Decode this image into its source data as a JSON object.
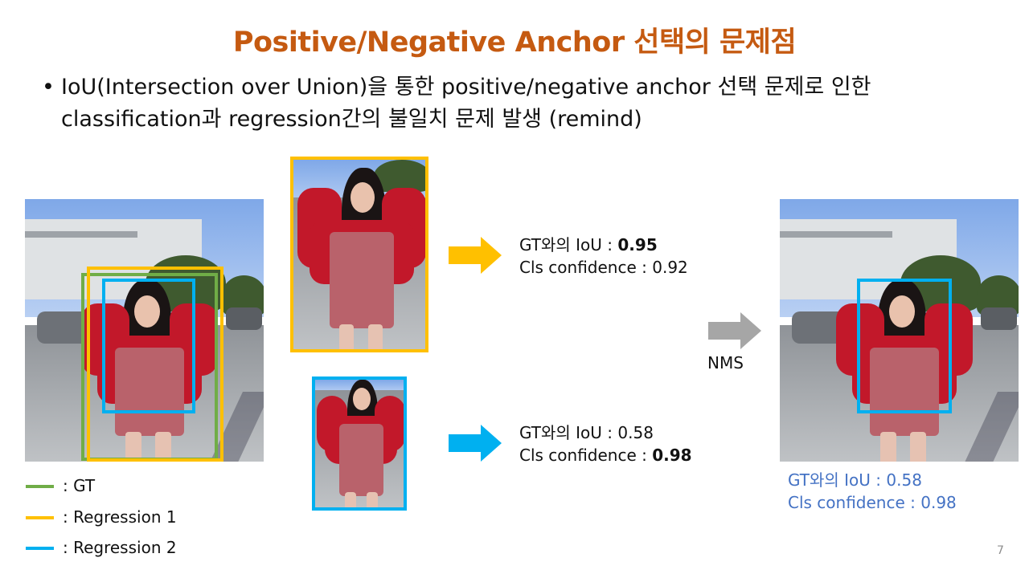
{
  "slide": {
    "title": "Positive/Negative Anchor 선택의 문제점",
    "bullet_marker": "•",
    "bullet_lines": [
      "IoU(Intersection over Union)을 통한 positive/negative anchor 선택 문제로 인한",
      "classification과 regression간의 불일치 문제 발생 (remind)"
    ],
    "page_number": "7"
  },
  "colors": {
    "title": "#c55a11",
    "gt": "#70ad47",
    "regression1": "#ffc000",
    "regression2": "#00b0f0",
    "nms_arrow": "#a6a6a6",
    "result_text": "#4472c4"
  },
  "regression1": {
    "iou_label": "GT와의 IoU : ",
    "iou_value": "0.95",
    "conf_label": "Cls confidence : ",
    "conf_value": "0.92"
  },
  "regression2": {
    "iou_label": "GT와의 IoU : ",
    "iou_value": "0.58",
    "conf_label": "Cls confidence : ",
    "conf_value": "0.98"
  },
  "nms": {
    "label": "NMS"
  },
  "result": {
    "iou_text": "GT와의 IoU : 0.58",
    "conf_text": "Cls confidence : 0.98"
  },
  "legend": [
    {
      "label": ": GT",
      "color_key": "gt"
    },
    {
      "label": ": Regression 1",
      "color_key": "regression1"
    },
    {
      "label": ": Regression 2",
      "color_key": "regression2"
    }
  ],
  "icons": [
    "right-arrow-icon",
    "bullet-dot-icon"
  ]
}
